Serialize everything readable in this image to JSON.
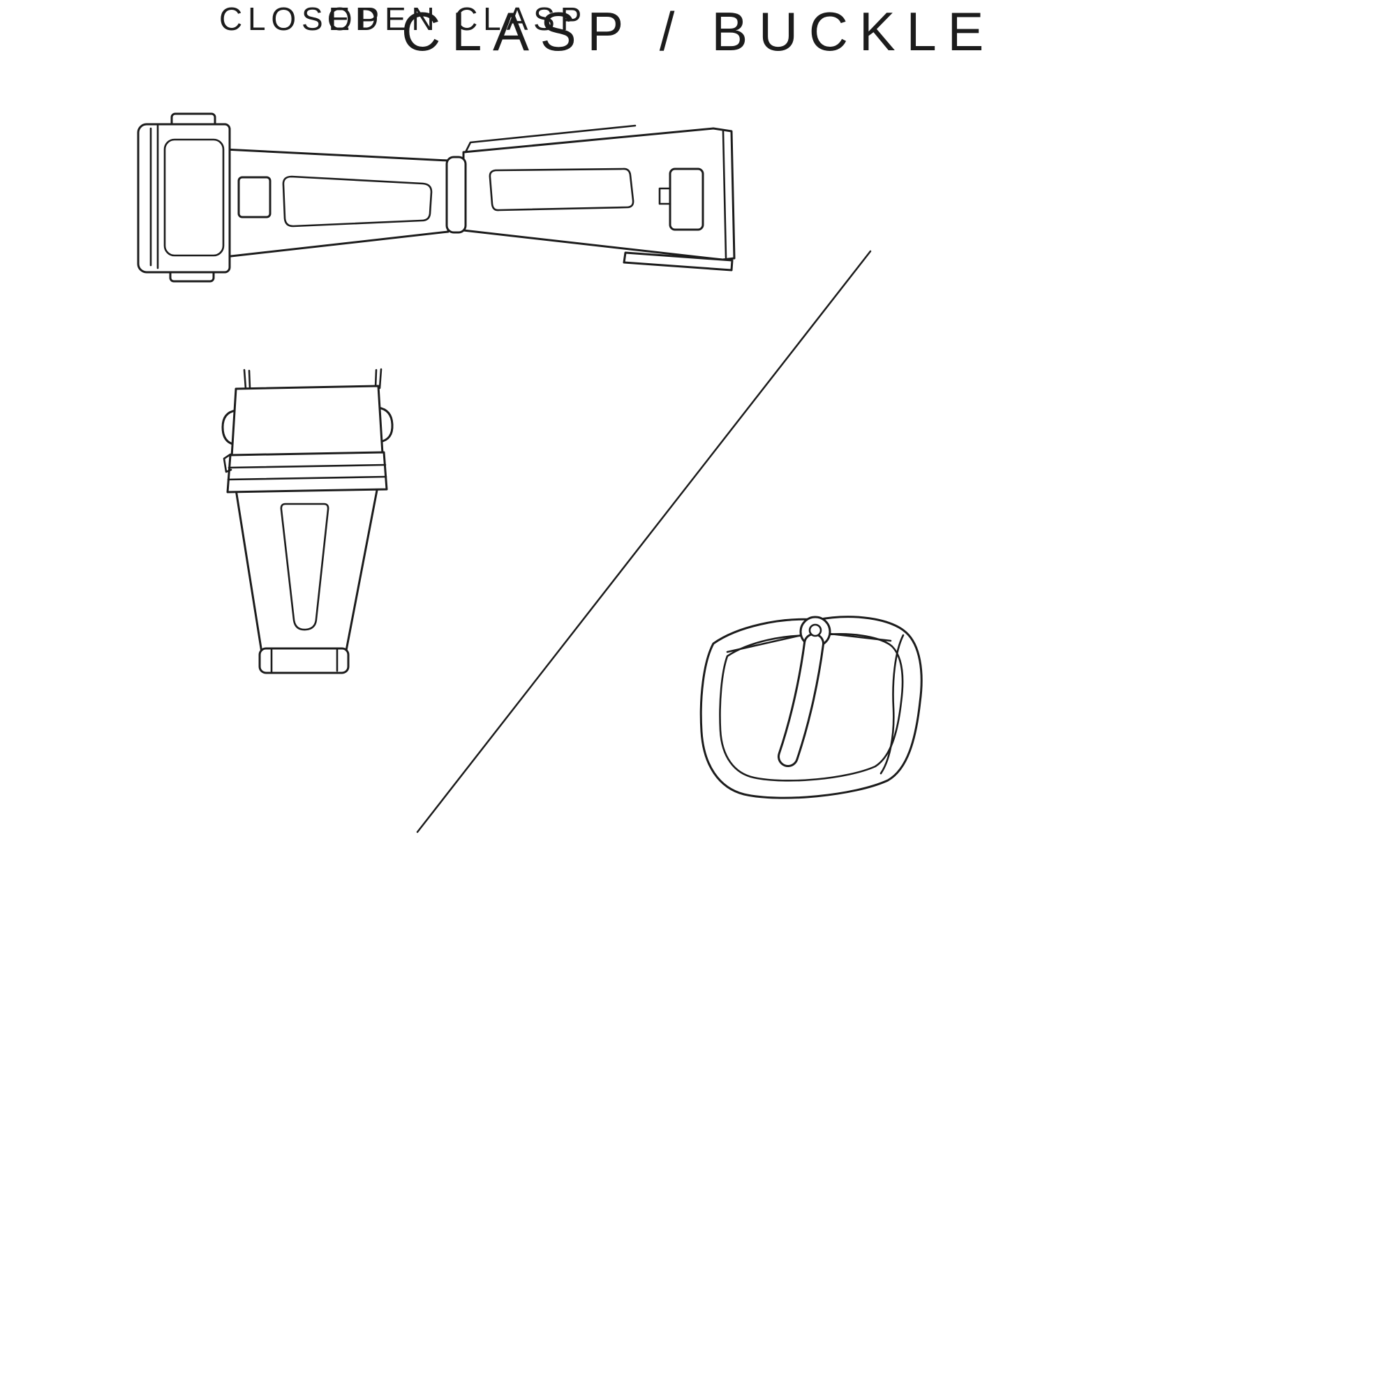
{
  "colors": {
    "ink": "#1c1c1c",
    "background": "#ffffff"
  },
  "title": "CLASP / BUCKLE",
  "labels": {
    "open_clasp": "OPEN CLASP",
    "closed": "CLOSED"
  },
  "illustrations": {
    "open_clasp": "open-clasp-line-drawing",
    "closed_clasp": "closed-clasp-line-drawing",
    "buckle": "tang-buckle-line-drawing",
    "divider": "diagonal-divider-line"
  }
}
